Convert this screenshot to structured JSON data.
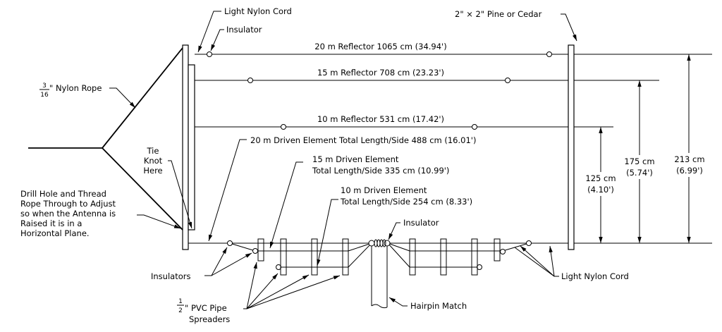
{
  "labels": {
    "light_nylon_cord_top": "Light Nylon Cord",
    "insulator_top": "Insulator",
    "pine_cedar": "2\" × 2\" Pine or Cedar",
    "nylon_rope_num": "3",
    "nylon_rope_den": "16",
    "nylon_rope": "\" Nylon Rope",
    "reflector_20m": "20 m Reflector 1065 cm (34.94')",
    "reflector_15m": "15 m Reflector 708 cm (23.23')",
    "reflector_10m": "10 m Reflector 531 cm (17.42')",
    "driven_20m": "20 m Driven Element Total Length/Side 488 cm (16.01')",
    "driven_15m_line1": "15 m Driven Element",
    "driven_15m_line2": "Total Length/Side 335 cm (10.99')",
    "driven_10m_line1": "10 m Driven Element",
    "driven_10m_line2": "Total Length/Side 254 cm (8.33')",
    "tie_knot": [
      "Tie",
      "Knot",
      "Here"
    ],
    "drill_hole": [
      "Drill Hole and Thread",
      "Rope Through to Adjust",
      "so when the Antenna is",
      "Raised it is in a",
      "Horizontal Plane."
    ],
    "insulators": "Insulators",
    "insulator_center": "Insulator",
    "light_nylon_cord_bottom": "Light Nylon Cord",
    "pvc_num": "1",
    "pvc_den": "2",
    "pvc_line1": "\" PVC Pipe",
    "pvc_line2": "Spreaders",
    "hairpin": "Hairpin Match"
  },
  "dimensions": {
    "d125_cm": "125 cm",
    "d125_ft": "(4.10')",
    "d175_cm": "175 cm",
    "d175_ft": "(5.74')",
    "d213_cm": "213 cm",
    "d213_ft": "(6.99')"
  }
}
